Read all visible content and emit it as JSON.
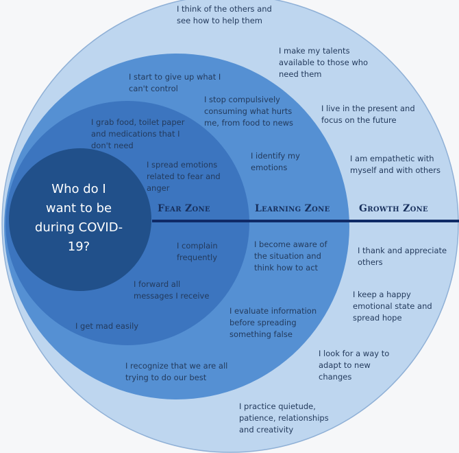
{
  "center_question": "Who do I\nwant to be\nduring COVID-\n19?",
  "zones": {
    "fear": "Fear Zone",
    "learning": "Learning Zone",
    "growth": "Growth Zone"
  },
  "fear_items": [
    "I grab food, toilet paper\nand medications that I\ndon't need",
    "I spread emotions\nrelated to fear and\nanger",
    "I complain\nfrequently",
    "I forward all\nmessages I receive",
    "I get mad easily"
  ],
  "learning_items": [
    "I start to give up what I\ncan't control",
    "I stop compulsively\nconsuming what hurts\nme, from food to news",
    "I identify my\nemotions",
    "I become aware of\nthe situation and\nthink how to act",
    "I evaluate information\nbefore spreading\nsomething false",
    "I recognize that we are all\ntrying to do our best"
  ],
  "growth_items": [
    "I think of the others and\nsee how to help them",
    "I make my talents\navailable to those who\nneed them",
    "I live in the present and\nfocus on the future",
    "I am empathetic with\nmyself and with others",
    "I thank and appreciate\nothers",
    "I keep a happy\nemotional state and\nspread hope",
    "I look for a way to\nadapt to new\nchanges",
    "I practice quietude,\npatience, relationships\nand creativity"
  ],
  "colors": {
    "growth": "#bed6ef",
    "learning": "#5590d3",
    "fear": "#3c75bf",
    "core": "#21508a",
    "divider": "#0f2a66",
    "text": "#233a5c"
  }
}
